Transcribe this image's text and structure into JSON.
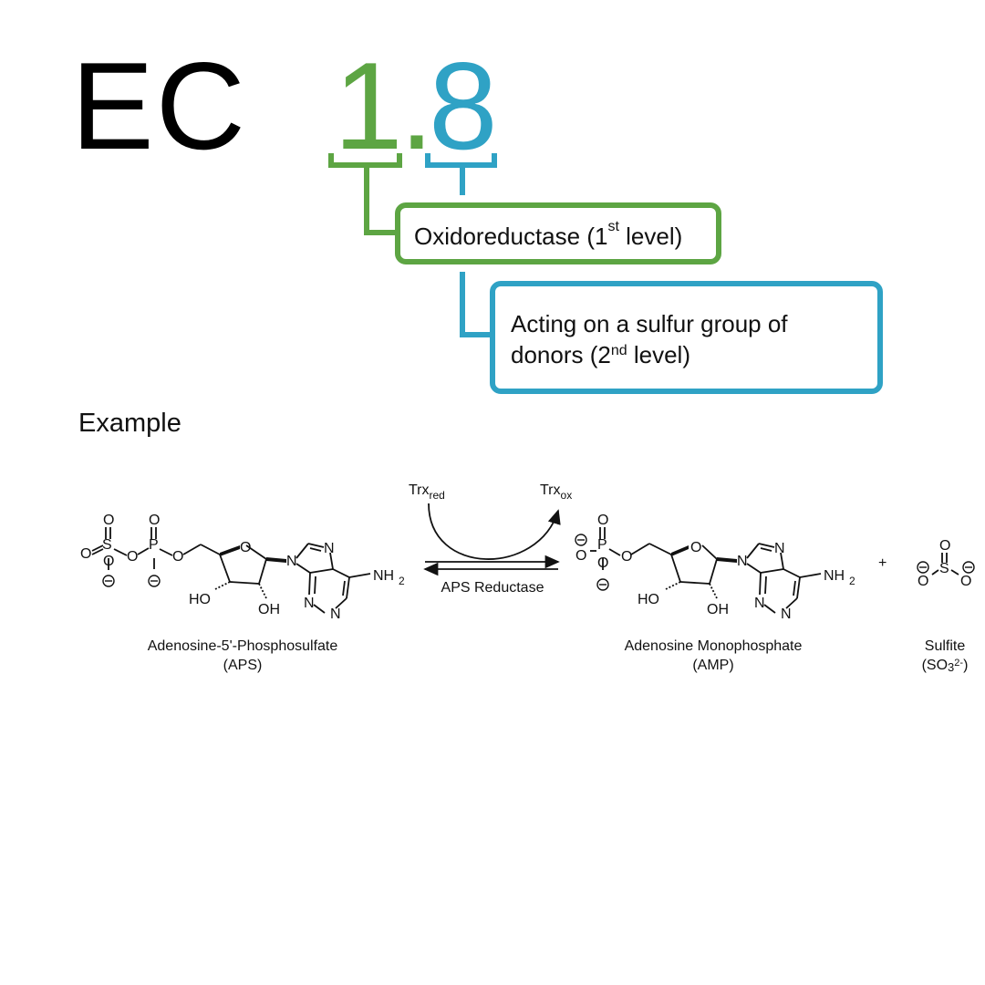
{
  "colors": {
    "level1": "#5da543",
    "level2": "#2fa2c5",
    "text": "#111111"
  },
  "ec": {
    "prefix": "EC",
    "level1": "1",
    "separator": ".",
    "level2": "8"
  },
  "level1_box": {
    "name": "Oxidoreductase (1",
    "superscript": "st",
    "suffix": " level)"
  },
  "level2_box": {
    "line1": "Acting on a sulfur group of",
    "line2_pre": "donors (2",
    "superscript": "nd",
    "line2_post": " level)"
  },
  "example": {
    "title": "Example",
    "cofactor_reduced": {
      "base": "Trx",
      "sub": "red"
    },
    "cofactor_oxidized": {
      "base": "Trx",
      "sub": "ox"
    },
    "enzyme": "APS Reductase",
    "plus": "+",
    "substrate": {
      "name": "Adenosine-5'-Phosphosulfate",
      "abbr": "(APS)"
    },
    "product1": {
      "name": "Adenosine Monophosphate",
      "abbr": "(AMP)"
    },
    "product2": {
      "name": "Sulfite",
      "abbr_open": "(SO",
      "abbr_sub": "3",
      "abbr_sup": "2-",
      "abbr_close": ")"
    },
    "atoms": {
      "O": "O",
      "S": "S",
      "P": "P",
      "N": "N",
      "HO": "HO",
      "OH": "OH",
      "NH": "NH",
      "two": "2",
      "minus": "−"
    }
  }
}
